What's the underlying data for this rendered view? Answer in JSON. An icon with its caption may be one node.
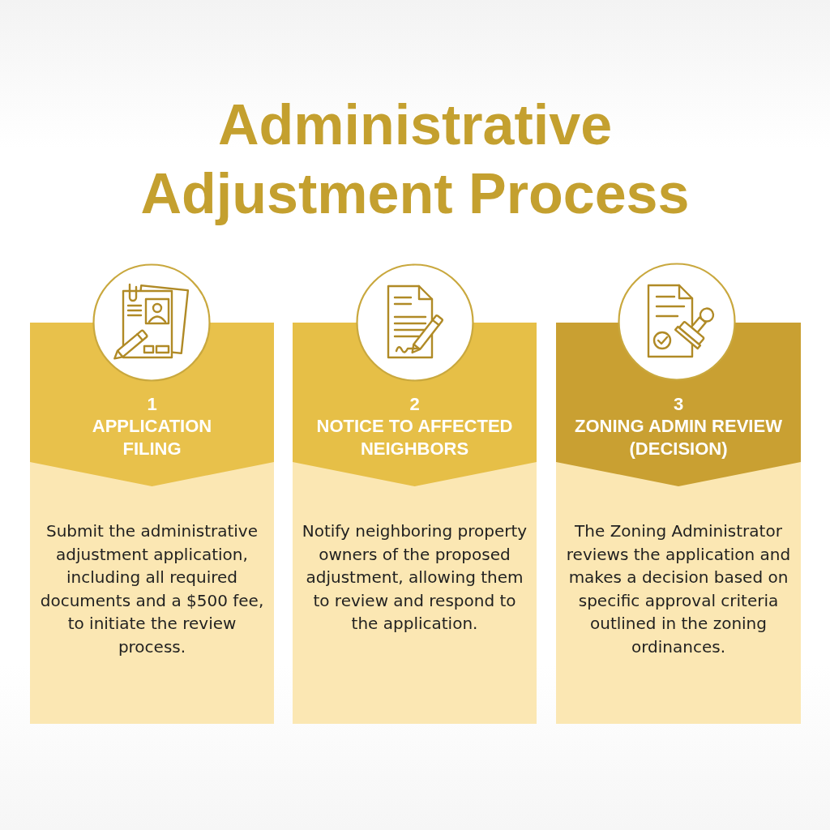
{
  "diagram": {
    "title": "Administrative Adjustment Process",
    "nodes": [
      {
        "text": [
          "1",
          "APPLICATION FILING",
          "Submit the administrative adjustment application, including all required documents and a $500 fee, to initiate the review process."
        ]
      },
      {
        "text": [
          "2",
          "NOTICE TO AFFECTED NEIGHBORS",
          "Notify neighboring property owners of the proposed adjustment, allowing them to review and respond to the application."
        ]
      },
      {
        "text": [
          "3",
          "ZONING ADMIN REVIEW (DECISION)",
          "The Zoning Administrator reviews the application and makes a decision based on specific approval criteria outlined in the zoning ordinances."
        ]
      }
    ]
  }
}
